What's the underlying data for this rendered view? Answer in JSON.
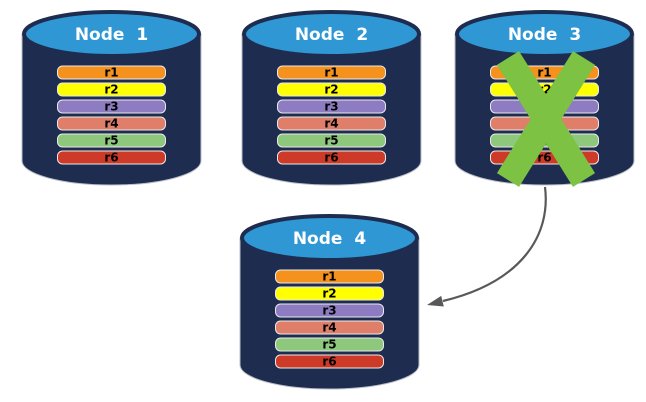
{
  "colors": {
    "cylinder_body": "#1e2d4f",
    "cylinder_top": "#2f97d4",
    "node_title_text": "#ffffff",
    "record_label_text": "#000000",
    "failure_x": "#7dc242",
    "arrow": "#595959",
    "background": "#ffffff"
  },
  "records": [
    {
      "label": "r1",
      "color": "#f5921e"
    },
    {
      "label": "r2",
      "color": "#ffff00"
    },
    {
      "label": "r3",
      "color": "#8e7cc3"
    },
    {
      "label": "r4",
      "color": "#df7f6a"
    },
    {
      "label": "r5",
      "color": "#8ec87d"
    },
    {
      "label": "r6",
      "color": "#cd3a28"
    }
  ],
  "nodes": [
    {
      "title": "Node 1",
      "failed": false
    },
    {
      "title": "Node 2",
      "failed": false
    },
    {
      "title": "Node 3",
      "failed": true
    },
    {
      "title": "Node 4",
      "failed": false
    }
  ]
}
